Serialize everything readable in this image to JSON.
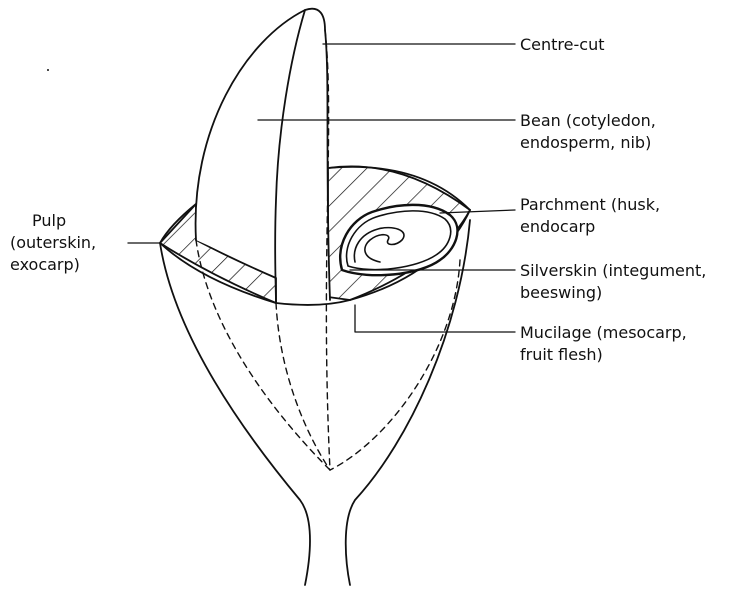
{
  "colors": {
    "ink": "#111111",
    "background": "#ffffff"
  },
  "labels": {
    "centre_cut": [
      "Centre-cut"
    ],
    "bean": [
      "Bean (cotyledon,",
      "endosperm, nib)"
    ],
    "parchment": [
      "Parchment (husk,",
      "endocarp"
    ],
    "pulp": [
      "Pulp",
      "(outerskin,",
      "exocarp)"
    ],
    "silverskin": [
      "Silverskin (integument,",
      "beeswing)"
    ],
    "mucilage": [
      "Mucilage (mesocarp,",
      "fruit flesh)"
    ]
  }
}
